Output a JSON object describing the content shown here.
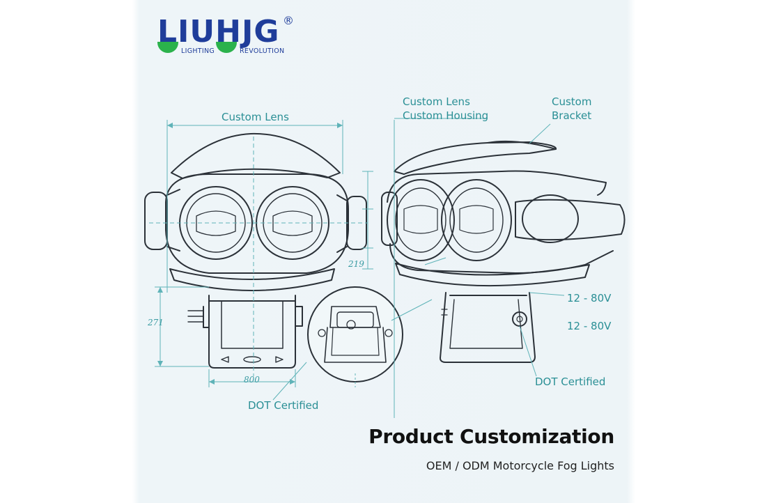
{
  "brand": {
    "logo_text": "LIUHJG",
    "registered_mark": "®",
    "sub_left": "LIGHTING",
    "sub_right": "REVOLUTION",
    "color": "#1f3d9a",
    "leaf_color": "#2bb24c"
  },
  "callouts": {
    "front_lens": "Custom Lens",
    "side_lens": "Custom Lens",
    "side_housing": "Custom Housing",
    "bracket_line1": "Custom",
    "bracket_line2": "Bracket",
    "voltage_1": "12 - 80V",
    "voltage_2": "12 - 80V",
    "cert_front": "DOT Certified",
    "cert_side": "DOT Certified"
  },
  "dimensions": {
    "bottom_width": "800",
    "left_height": "271",
    "right_small": "219"
  },
  "footer": {
    "title": "Product Customization",
    "subtitle": "OEM / ODM Motorcycle Fog Lights"
  },
  "colors": {
    "annotation": "#2a8f95",
    "line_art": "#2b3138",
    "background": "#edf4f7"
  }
}
